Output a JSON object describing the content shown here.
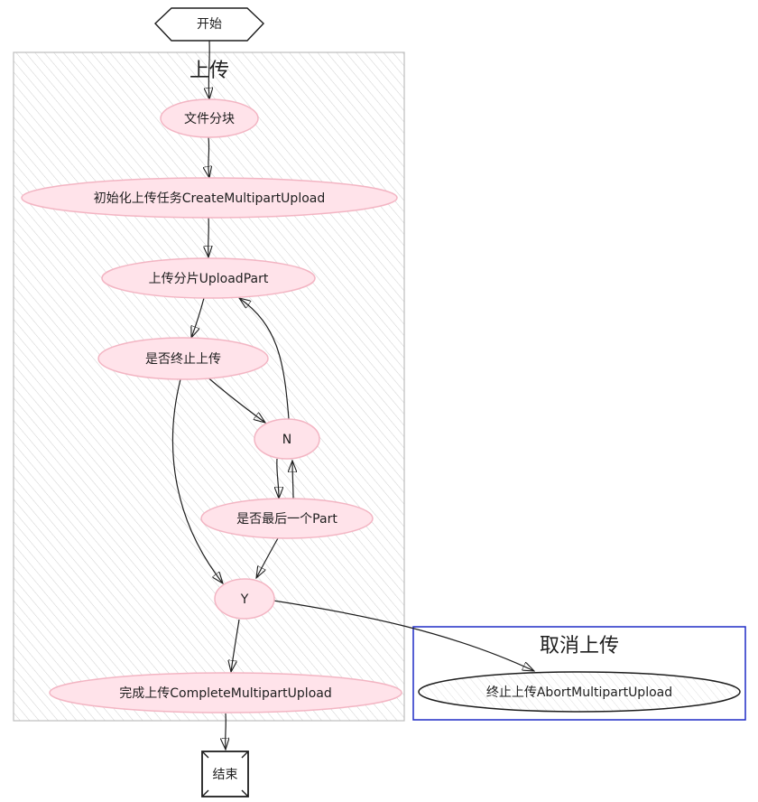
{
  "colors": {
    "upload_node_fill": "#ffe3ea",
    "upload_node_stroke": "#f3b5c3",
    "cancel_frame_stroke": "#1f2bc6",
    "hatch": "#cfcfcf",
    "ink": "#1e1e1e"
  },
  "diagram": {
    "start": "开始",
    "end": "结束",
    "groups": {
      "upload": {
        "title": "上传"
      },
      "cancel": {
        "title": "取消上传"
      }
    },
    "nodes": {
      "split": "文件分块",
      "init": "初始化上传任务CreateMultipartUpload",
      "part": "上传分片UploadPart",
      "abort_check": "是否终止上传",
      "no": "N",
      "last_check": "是否最后一个Part",
      "yes": "Y",
      "complete": "完成上传CompleteMultipartUpload",
      "abort": "终止上传AbortMultipartUpload"
    },
    "edges": [
      {
        "from": "start",
        "to": "split"
      },
      {
        "from": "split",
        "to": "init"
      },
      {
        "from": "init",
        "to": "part"
      },
      {
        "from": "part",
        "to": "abort_check"
      },
      {
        "from": "abort_check",
        "to": "no"
      },
      {
        "from": "abort_check",
        "to": "yes"
      },
      {
        "from": "no",
        "to": "part"
      },
      {
        "from": "no",
        "to": "last_check"
      },
      {
        "from": "last_check",
        "to": "no"
      },
      {
        "from": "last_check",
        "to": "yes"
      },
      {
        "from": "yes",
        "to": "complete"
      },
      {
        "from": "yes",
        "to": "abort"
      },
      {
        "from": "complete",
        "to": "end"
      }
    ]
  }
}
